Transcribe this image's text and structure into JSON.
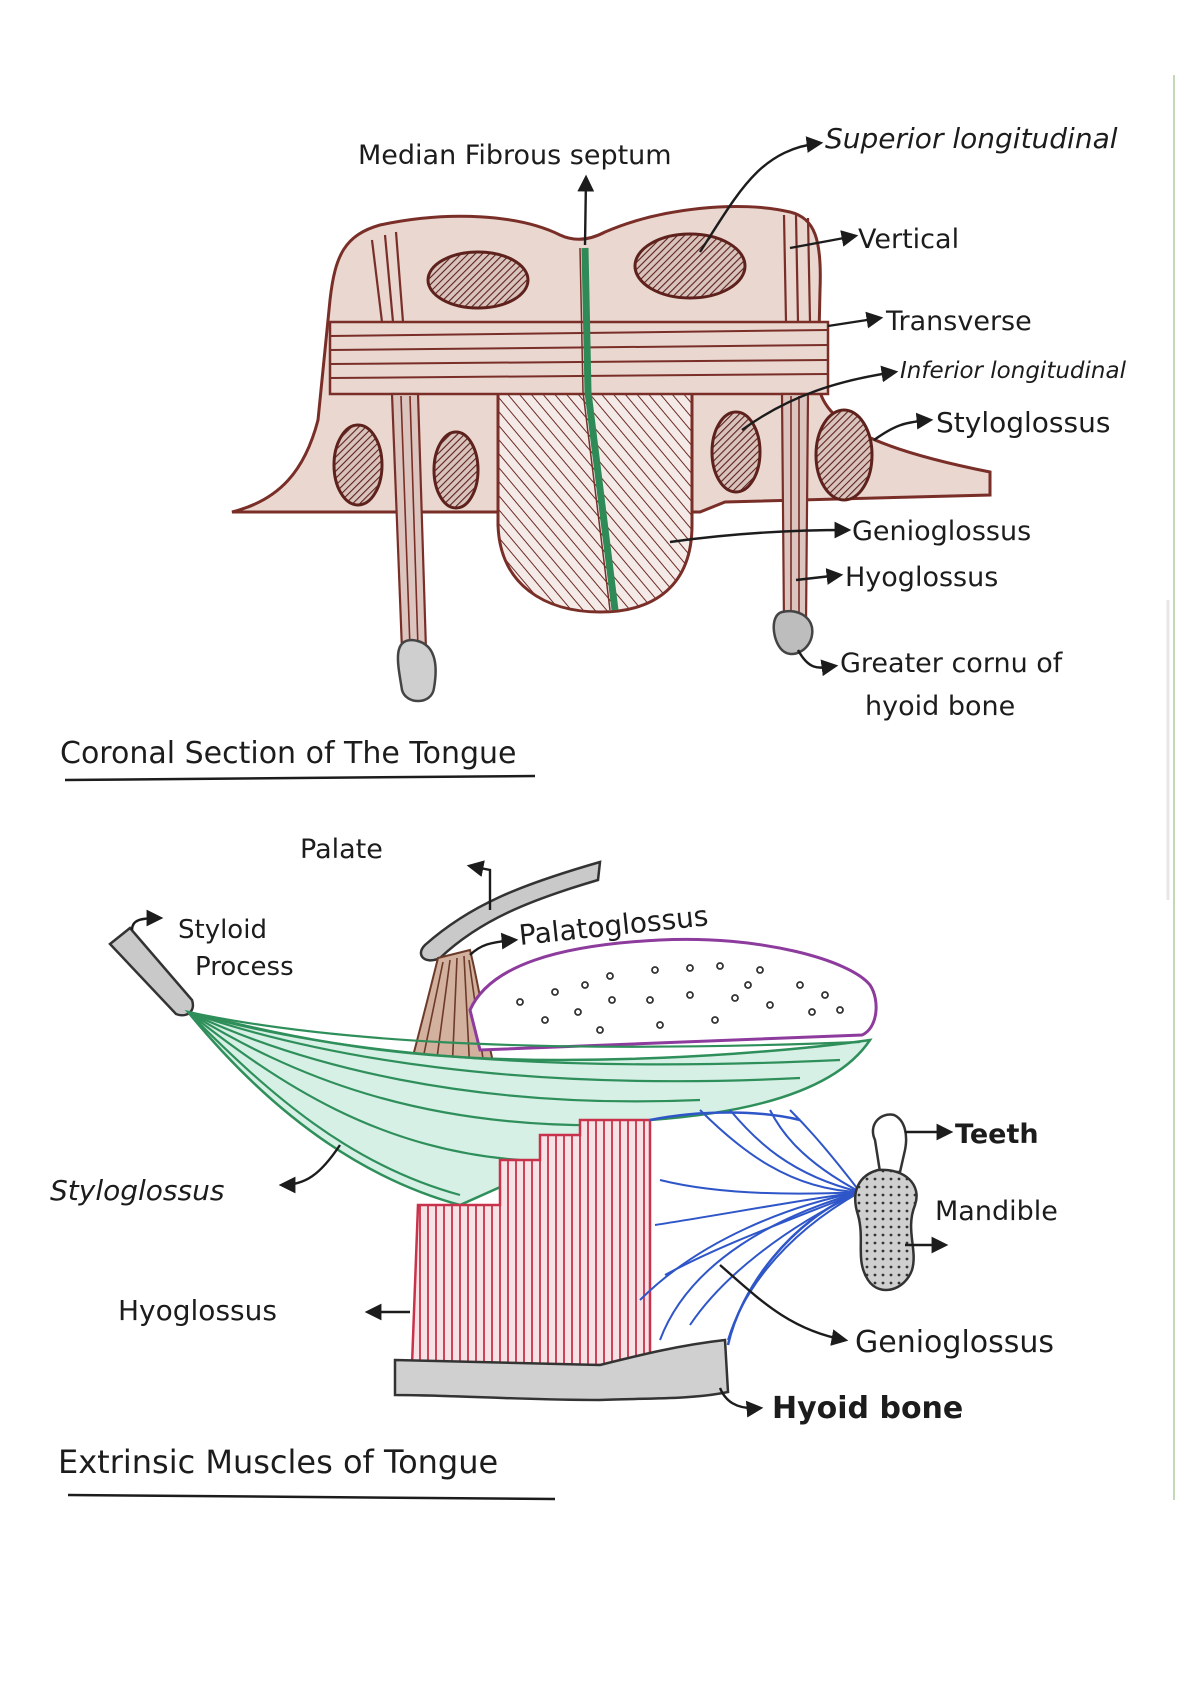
{
  "diagram1": {
    "title": "Coronal Section of The Tongue",
    "labels": {
      "median_septum": "Median Fibrous septum",
      "superior_longitudinal": "Superior longitudinal",
      "vertical": "Vertical",
      "transverse": "Transverse",
      "inferior_longitudinal": "Inferior longitudinal",
      "styloglossus": "Styloglossus",
      "genioglossus": "Genioglossus",
      "hyoglossus": "Hyoglossus",
      "greater_cornu_line1": "Greater cornu of",
      "greater_cornu_line2": "hyoid bone"
    }
  },
  "diagram2": {
    "title": "Extrinsic Muscles of Tongue",
    "labels": {
      "palate": "Palate",
      "styloid_line1": "Styloid",
      "styloid_line2": "Process",
      "palatoglossus": "Palatoglossus",
      "teeth": "Teeth",
      "mandible": "Mandible",
      "styloglossus": "Styloglossus",
      "hyoglossus": "Hyoglossus",
      "genioglossus": "Genioglossus",
      "hyoid_bone": "Hyoid bone"
    }
  },
  "colors": {
    "tongue_fill": "#e9d7d0",
    "muscle_brown": "#7a2e28",
    "septum_green": "#2e8b57",
    "bone_grey": "#c9c9c9",
    "stylo_green": "#2f8f5a",
    "stylo_fill": "#d6f0e6",
    "palatoglossus_purple": "#8e3b9e",
    "hyo_red": "#c8324a",
    "hyo_fill": "#f7e3e6",
    "genio_blue": "#2f56c8"
  }
}
